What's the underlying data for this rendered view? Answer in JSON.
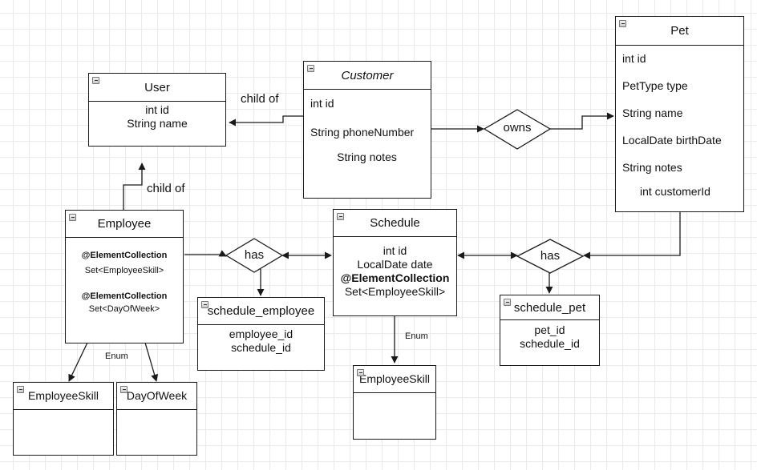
{
  "entities": {
    "user": {
      "title": "User",
      "fields": [
        "int id",
        "String name"
      ]
    },
    "customer": {
      "title": "Customer",
      "fields": [
        "int id",
        "String phoneNumber",
        "String notes"
      ]
    },
    "pet": {
      "title": "Pet",
      "fields": [
        "int id",
        "PetType type",
        "String name",
        "LocalDate birthDate",
        "String notes",
        "int customerId"
      ]
    },
    "employee": {
      "title": "Employee",
      "annotation1": "@ElementCollection",
      "field1": "Set<EmployeeSkill>",
      "annotation2": "@ElementCollection",
      "field2": "Set<DayOfWeek>"
    },
    "schedule": {
      "title": "Schedule",
      "field_id": "int id",
      "field_date": "LocalDate date",
      "annotation": "@ElementCollection",
      "field_skill": "Set<EmployeeSkill>"
    },
    "schedule_employee": {
      "title": "schedule_employee",
      "fields": [
        "employee_id",
        "schedule_id"
      ]
    },
    "schedule_pet": {
      "title": "schedule_pet",
      "fields": [
        "pet_id",
        "schedule_id"
      ]
    },
    "employee_skill_left": {
      "title": "EmployeeSkill"
    },
    "day_of_week": {
      "title": "DayOfWeek"
    },
    "employee_skill_bottom": {
      "title": "EmployeeSkill"
    }
  },
  "relationships": {
    "owns": "owns",
    "has_left": "has",
    "has_right": "has"
  },
  "edge_labels": {
    "customer_child_of": "child of",
    "employee_child_of": "child of",
    "employee_enum": "Enum",
    "schedule_enum": "Enum"
  },
  "colors": {
    "line": "#1a1a1a",
    "grid": "#ebebeb"
  }
}
